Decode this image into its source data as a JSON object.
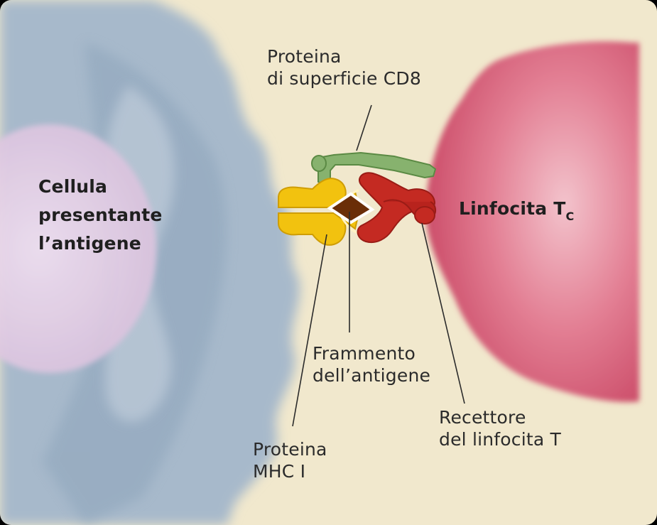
{
  "labels": {
    "cd8_line1": "Proteina",
    "cd8_line2": "di superficie CD8",
    "apc_line1": "Cellula",
    "apc_line2": "presentante",
    "apc_line3": "l’antigene",
    "tc_main": "Linfocita T",
    "tc_sub": "C",
    "fragment_line1": "Frammento",
    "fragment_line2": "dell’antigene",
    "tcr_line1": "Recettore",
    "tcr_line2": "del linfocita T",
    "mhc_line1": "Proteina",
    "mhc_line2": "MHC I"
  },
  "colors": {
    "background": "#f1e8cd",
    "apc_cloud": "#9fb3c6",
    "apc_nucleus": "#e6d2e4",
    "t_cell": "#d65a74",
    "cd8": "#87b26e",
    "mhc": "#f2c20f",
    "tcr": "#c42a22",
    "antigen_fragment": "#6a2e08"
  }
}
